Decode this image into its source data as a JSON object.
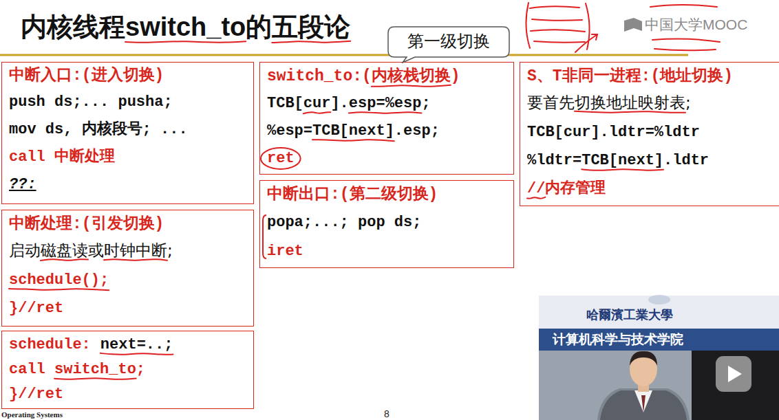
{
  "diagram": {
    "title": "内核线程switch_to的五段论",
    "nodes": [
      {
        "text": [
          "中断入口:(进入切换)",
          "push ds;... pusha;",
          "mov ds, 内核段号; ...",
          "call 中断处理",
          "??:"
        ]
      },
      {
        "text": [
          "中断处理:(引发切换)",
          "启动磁盘读或时钟中断;",
          "schedule();",
          "}//ret"
        ]
      },
      {
        "text": [
          "schedule:",
          "next=..;",
          "call switch_to;",
          "}//ret"
        ]
      },
      {
        "text": [
          "switch_to:(内核栈切换)",
          "TCB[cur].esp=%esp;",
          "%esp=TCB[next].esp;",
          "ret"
        ]
      },
      {
        "text": [
          "中断出口:(第二级切换)",
          "popa;...; pop ds;",
          "iret"
        ]
      },
      {
        "text": [
          "S、T非同一进程:(地址切换)",
          "要首先切换地址映射表;",
          "TCB[cur].ldtr=%ldtr",
          "%ldtr=TCB[next].ldtr",
          "//内存管理"
        ]
      },
      {
        "text": [
          "第一级切换"
        ]
      }
    ],
    "labels": [
      "中国大学MOOC",
      "8",
      "Operating Systems",
      "哈爾濱工業大學",
      "计算机科学与技术学院"
    ]
  }
}
